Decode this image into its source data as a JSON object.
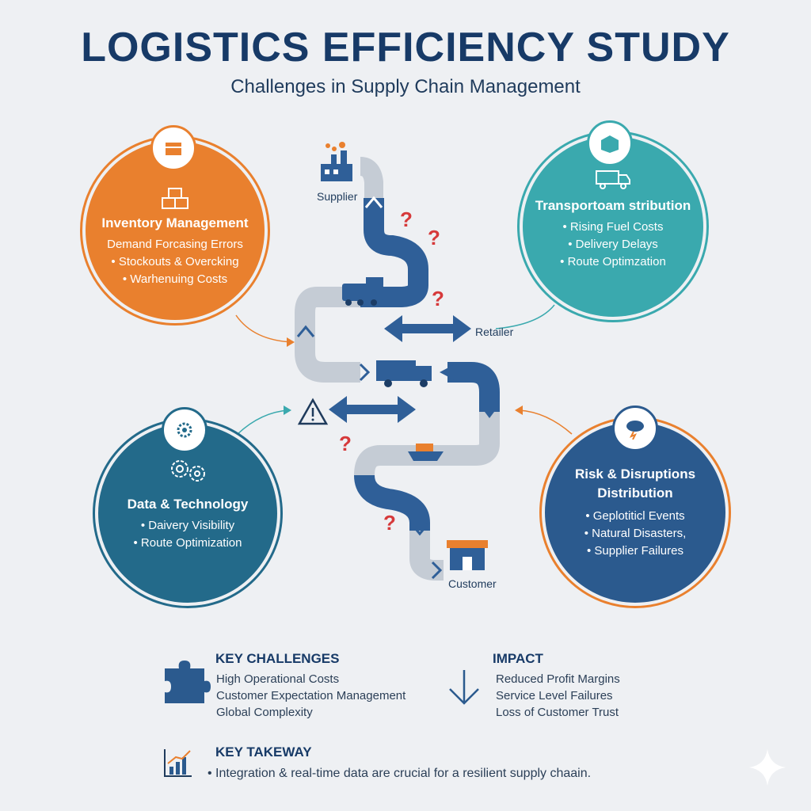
{
  "header": {
    "title": "LOGISTICS EFFICIENCY STUDY",
    "subtitle": "Challenges in Supply Chain Management"
  },
  "circles": {
    "inventory": {
      "title": "Inventory Management",
      "lines": [
        "Demand Forcasing Errors",
        "• Stockouts & Overcking",
        "• Warhenuing Costs"
      ],
      "color": "#e9802e",
      "icon": "boxes-icon"
    },
    "transport": {
      "title": "Transportoam stribution",
      "lines": [
        "• Rising Fuel Costs",
        "• Delivery Delays",
        "• Route Optimzation"
      ],
      "color": "#3aa9ae",
      "icon": "truck-icon"
    },
    "data": {
      "title": "Data & Technology",
      "lines": [
        "• Daivery Visibility",
        "• Route Optimization"
      ],
      "color": "#236a8a",
      "icon": "gears-icon"
    },
    "risk": {
      "title": "Risk & Disruptions Distribution",
      "lines": [
        "• Geplotiticl Events",
        "• Natural Disasters,",
        "• Supplier Failures"
      ],
      "color": "#2b5a8e",
      "icon": "storm-cloud-icon"
    }
  },
  "flow": {
    "supplier": "Supplier",
    "retailer": "Retailer",
    "customer": "Customer",
    "path_color": "#2f5f98",
    "path_light": "#c5ccd5"
  },
  "challenges": {
    "heading": "KEY CHALLENGES",
    "items": [
      "High Operational Costs",
      "Customer Expectation Management",
      "Global Complexity"
    ]
  },
  "impact": {
    "heading": "IMPACT",
    "items": [
      "Reduced Profit Margins",
      "Service Level Failures",
      "Loss of Customer Trust"
    ]
  },
  "takeaway": {
    "heading": "KEY TAKEWAY",
    "text": "• Integration & real-time data are crucial for a resilient supply chaain."
  }
}
